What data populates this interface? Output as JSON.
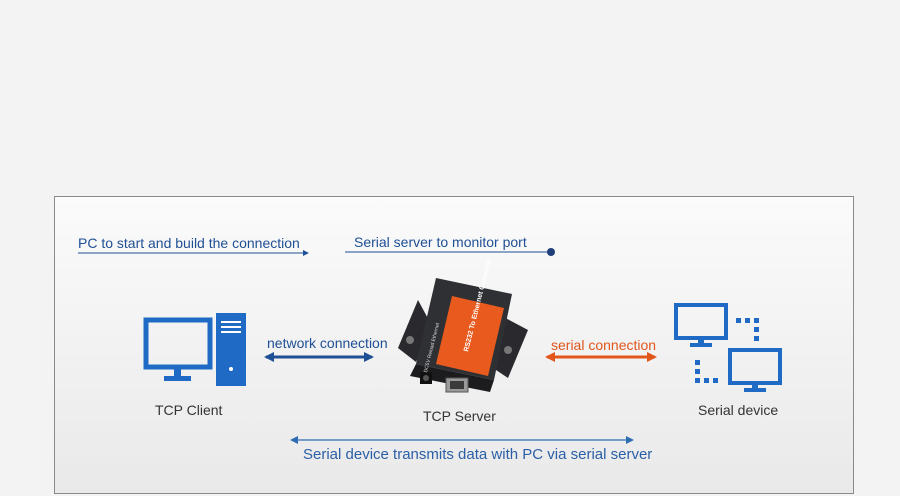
{
  "diagram": {
    "top_left_caption": "PC to start and build the connection",
    "top_right_caption": "Serial server to monitor port",
    "network_label": "network connection",
    "serial_label": "serial connection",
    "client_label": "TCP Client",
    "server_label": "TCP Server",
    "device_label": "Serial device",
    "bottom_caption": "Serial device transmits data with PC via serial server",
    "device_front_text": "RS232 To Ethernet Converter",
    "device_port_text": "DC5V  Reload  Ethernet",
    "colors": {
      "blue": "#1f4f95",
      "icon_blue": "#1e6ac4",
      "orange": "#e2561c",
      "arrow_blue": "#2f6db3"
    }
  }
}
